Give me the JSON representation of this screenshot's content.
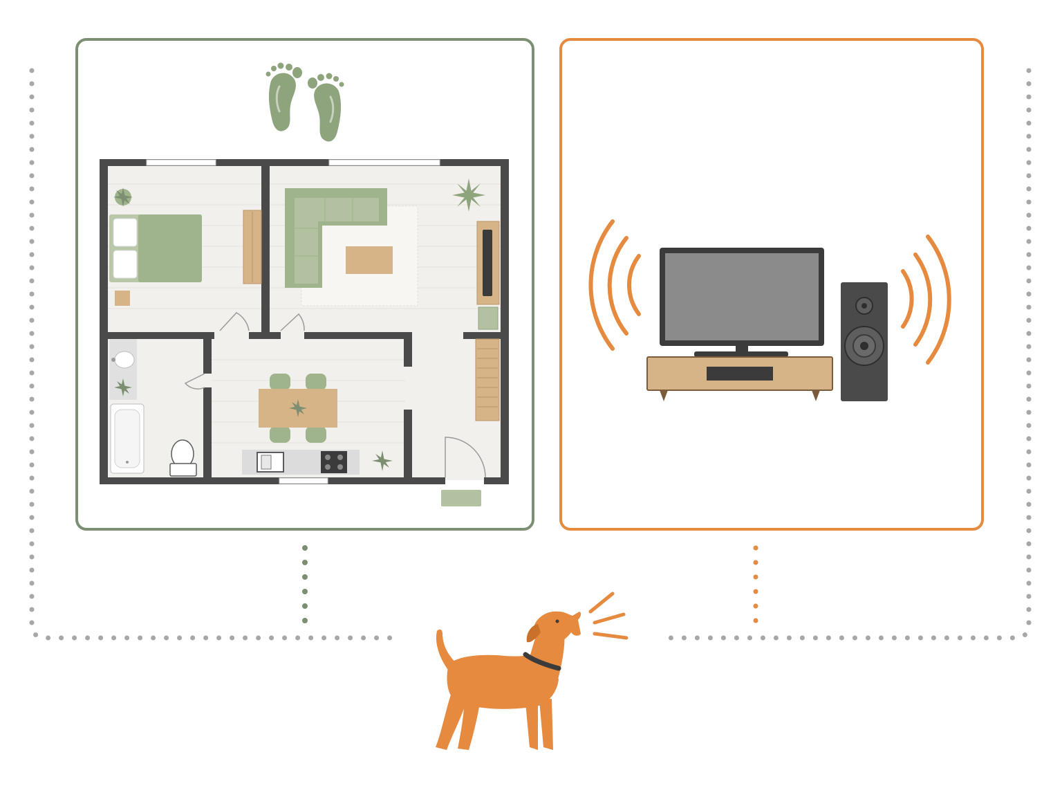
{
  "colors": {
    "background": "#ffffff",
    "footsteps_panel_border": "#7d8f72",
    "sound_panel_border": "#e58a3e",
    "footsteps_connector": "#7d8f72",
    "sound_connector": "#e58a3e",
    "outer_connector": "#a7a7a7",
    "sage_green": "#8ea47c",
    "wood": "#d6b487",
    "floor": "#f2f0ec",
    "wall": "#4a4a4a",
    "tv_frame": "#3b3b3b",
    "tv_screen": "#8b8b8b",
    "dog": "#e58a3e",
    "sound_waves": "#e58a3e"
  },
  "panels": [
    {
      "id": "footsteps",
      "icon": "footprints-icon",
      "content": "apartment-floor-plan"
    },
    {
      "id": "media",
      "icon": "television-icon",
      "content": "tv-and-speaker"
    }
  ],
  "floor_plan_rooms": [
    "bedroom-room",
    "living-room",
    "bathroom-room",
    "kitchen-dining-room",
    "entry-hall"
  ],
  "subject": {
    "icon": "barking-dog-icon"
  }
}
